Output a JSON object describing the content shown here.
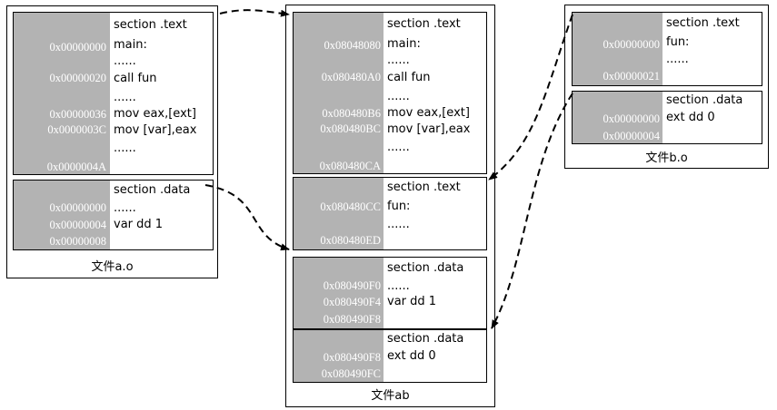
{
  "file_a": {
    "label": "文件a.o",
    "text_section": {
      "header": "section .text",
      "label_main": "main:",
      "dots1": "......",
      "call": "call fun",
      "dots2": "......",
      "mov1": "mov eax,[ext]",
      "mov2": "mov [var],eax",
      "dots3": "......",
      "addrs": [
        "0x00000000",
        "0x00000020",
        "0x00000036",
        "0x0000003C",
        "0x0000004A"
      ]
    },
    "data_section": {
      "header": "section .data",
      "dots": "......",
      "var": "var dd 1",
      "addrs": [
        "0x00000000",
        "0x00000004",
        "0x00000008"
      ]
    }
  },
  "file_ab": {
    "label": "文件ab",
    "text_section": {
      "header": "section .text",
      "label_main": "main:",
      "dots1": "......",
      "call": "call fun",
      "dots2": "......",
      "mov1": "mov eax,[ext]",
      "mov2": "mov [var],eax",
      "dots3": "......",
      "addrs": [
        "0x08048080",
        "0x080480A0",
        "0x080480B6",
        "0x080480BC",
        "0x080480CA"
      ]
    },
    "fun_section": {
      "header": "section .text",
      "label_fun": "fun:",
      "dots": "......",
      "addrs": [
        "0x080480CC",
        "0x080480ED"
      ]
    },
    "data_section_a": {
      "header": "section .data",
      "dots": "......",
      "var": "var dd 1",
      "addrs": [
        "0x080490F0",
        "0x080490F4",
        "0x080490F8"
      ]
    },
    "data_section_b": {
      "header": "section .data",
      "ext": "ext dd 0",
      "addrs": [
        "0x080490F8",
        "0x080490FC"
      ]
    }
  },
  "file_b": {
    "label": "文件b.o",
    "text_section": {
      "header": "section .text",
      "label_fun": "fun:",
      "dots": "......",
      "addrs": [
        "0x00000000",
        "0x00000021"
      ]
    },
    "data_section": {
      "header": "section .data",
      "ext": "ext dd 0",
      "addrs": [
        "0x00000000",
        "0x00000004"
      ]
    }
  }
}
